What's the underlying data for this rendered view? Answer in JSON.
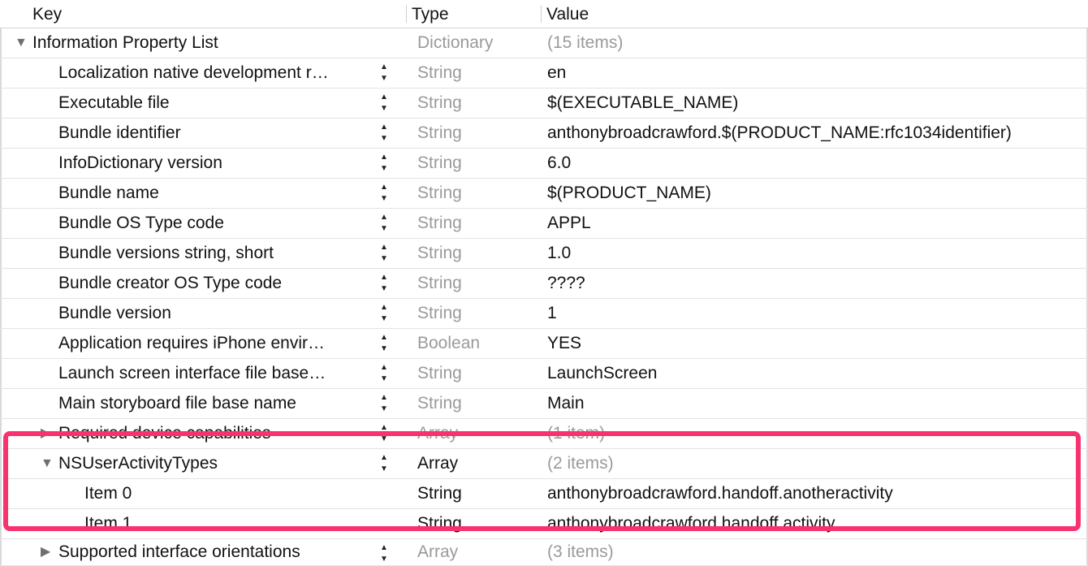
{
  "columns": {
    "key": "Key",
    "type": "Type",
    "value": "Value"
  },
  "root": {
    "key": "Information Property List",
    "type": "Dictionary",
    "value": "(15 items)"
  },
  "rows": [
    {
      "key": "Localization native development r…",
      "type": "String",
      "value": "en"
    },
    {
      "key": "Executable file",
      "type": "String",
      "value": "$(EXECUTABLE_NAME)"
    },
    {
      "key": "Bundle identifier",
      "type": "String",
      "value": "anthonybroadcrawford.$(PRODUCT_NAME:rfc1034identifier)"
    },
    {
      "key": "InfoDictionary version",
      "type": "String",
      "value": "6.0"
    },
    {
      "key": "Bundle name",
      "type": "String",
      "value": "$(PRODUCT_NAME)"
    },
    {
      "key": "Bundle OS Type code",
      "type": "String",
      "value": "APPL"
    },
    {
      "key": "Bundle versions string, short",
      "type": "String",
      "value": "1.0"
    },
    {
      "key": "Bundle creator OS Type code",
      "type": "String",
      "value": "????"
    },
    {
      "key": "Bundle version",
      "type": "String",
      "value": "1"
    },
    {
      "key": "Application requires iPhone envir…",
      "type": "Boolean",
      "value": "YES"
    },
    {
      "key": "Launch screen interface file base…",
      "type": "String",
      "value": "LaunchScreen"
    },
    {
      "key": "Main storyboard file base name",
      "type": "String",
      "value": "Main"
    }
  ],
  "required_caps": {
    "key": "Required device capabilities",
    "type": "Array",
    "value": "(1 item)"
  },
  "activity_types": {
    "key": "NSUserActivityTypes",
    "type": "Array",
    "value": "(2 items)",
    "items": [
      {
        "key": "Item 0",
        "type": "String",
        "value": "anthonybroadcrawford.handoff.anotheractivity"
      },
      {
        "key": "Item 1",
        "type": "String",
        "value": "anthonybroadcrawford.handoff.activity"
      }
    ]
  },
  "orientations": {
    "key": "Supported interface orientations",
    "type": "Array",
    "value": "(3 items)"
  },
  "icons": {
    "expanded": "disclosure-triangle-down-icon",
    "collapsed": "disclosure-triangle-right-icon",
    "stepper": "up-down-stepper-icon"
  },
  "colors": {
    "highlight": "#f7326f",
    "muted_text": "#9a9a9a"
  }
}
